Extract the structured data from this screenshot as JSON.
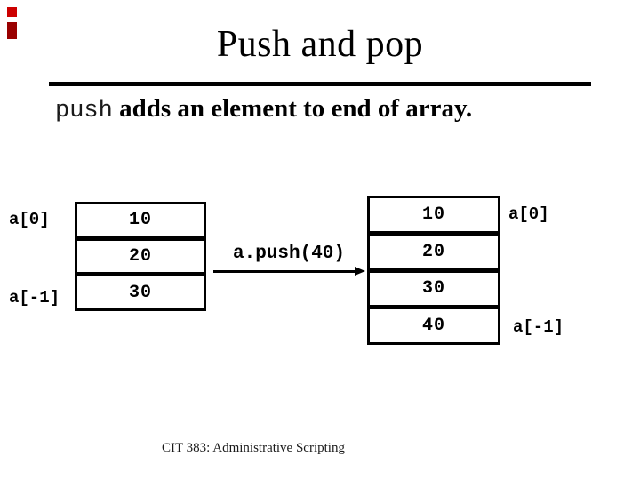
{
  "slide": {
    "title": "Push and pop",
    "body": {
      "code": "push",
      "prose": " adds an element to end of array."
    },
    "footer": "CIT 383: Administrative Scripting",
    "accent": {
      "square_color": "#cc0000",
      "bar_color": "#990000"
    }
  },
  "diagram": {
    "before": {
      "label_top": "a[0]",
      "label_bottom": "a[-1]",
      "cells": [
        "10",
        "20",
        "30"
      ]
    },
    "operation": "a.push(40)",
    "after": {
      "label_top": "a[0]",
      "label_bottom": "a[-1]",
      "cells": [
        "10",
        "20",
        "30",
        "40"
      ]
    }
  }
}
